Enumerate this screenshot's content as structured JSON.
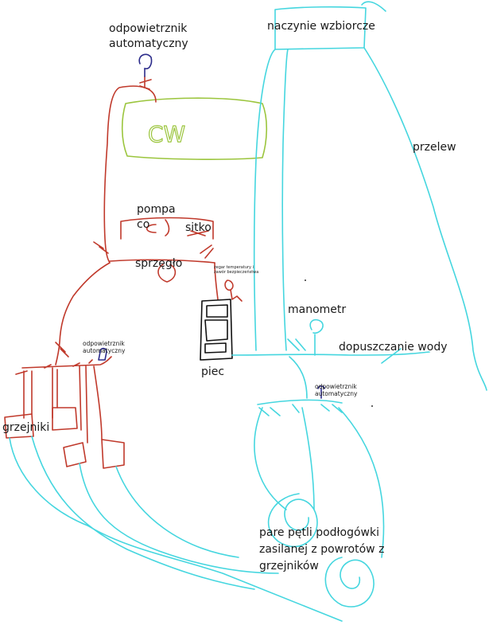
{
  "labels": {
    "air_vent_top": [
      "odpowietrznik",
      "automatyczny"
    ],
    "expansion_vessel": "naczynie wzbiorcze",
    "overflow": "przelew",
    "pump": [
      "pompa",
      "co"
    ],
    "strainer": "sitko",
    "coupling": "sprzęgło",
    "thermo": [
      "zegar temperatury i",
      "zawór bezpieczeństwa"
    ],
    "gauge": "manometr",
    "water_fill": "dopuszczanie wody",
    "boiler": "piec",
    "air_vent_left": [
      "odpowietrznik",
      "automatyczny"
    ],
    "air_vent_right": [
      "odpowietrznik",
      "automatyczny"
    ],
    "radiators": "grzejniki",
    "floor_loops": [
      "pare pętli podłogówki",
      "zasilanej z powrotów z",
      "grzejników"
    ],
    "cw": "CW"
  },
  "colors": {
    "hot_pipe": "#c0392b",
    "return_pipe": "#45d6df",
    "dhw_tank": "#9bc53d",
    "vent_device": "#2b2b8a",
    "boiler_outline": "#111111"
  },
  "icons": [
    "air-vent-icon",
    "boiler-icon",
    "pressure-gauge-icon",
    "pump-icon"
  ]
}
